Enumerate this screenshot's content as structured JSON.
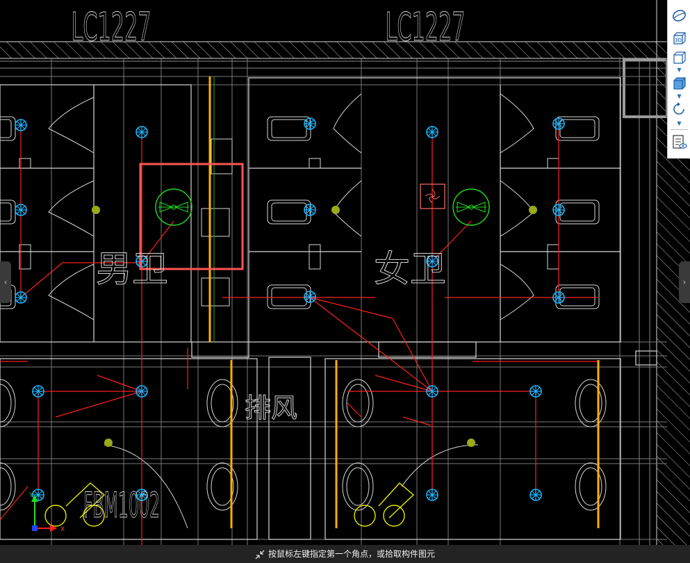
{
  "drawing": {
    "window_labels": [
      "LC1227",
      "LC1227"
    ],
    "door_label": "FBM1002",
    "room_labels": [
      "男卫",
      "女卫",
      "排风"
    ],
    "colors": {
      "background": "#000000",
      "wall_line": "#d8d8d8",
      "grid_line": "#8a8a8a",
      "pipe": "#ff2020",
      "sprinkler": "#19b6ff",
      "fan": "#22dd22",
      "yellow_mark": "#e8e800",
      "orange_pipe": "#ffb000",
      "olive_dot": "#9aaa1a",
      "selection": "#ff5555"
    }
  },
  "toolbar": {
    "items": [
      {
        "icon": "orbit-view-icon"
      },
      {
        "icon": "3d-view-icon",
        "label": "3D"
      },
      {
        "icon": "cube-outline-icon"
      },
      {
        "icon": "cube-solid-icon"
      },
      {
        "icon": "rotate-icon"
      },
      {
        "icon": "property-list-icon"
      }
    ]
  },
  "nav": {
    "left_arrow": "‹",
    "right_arrow": "›"
  },
  "axes": {
    "x_label": "X",
    "y_label": "Y"
  },
  "status": {
    "message": "按鼠标左键指定第一个角点，或拾取构件图元"
  }
}
